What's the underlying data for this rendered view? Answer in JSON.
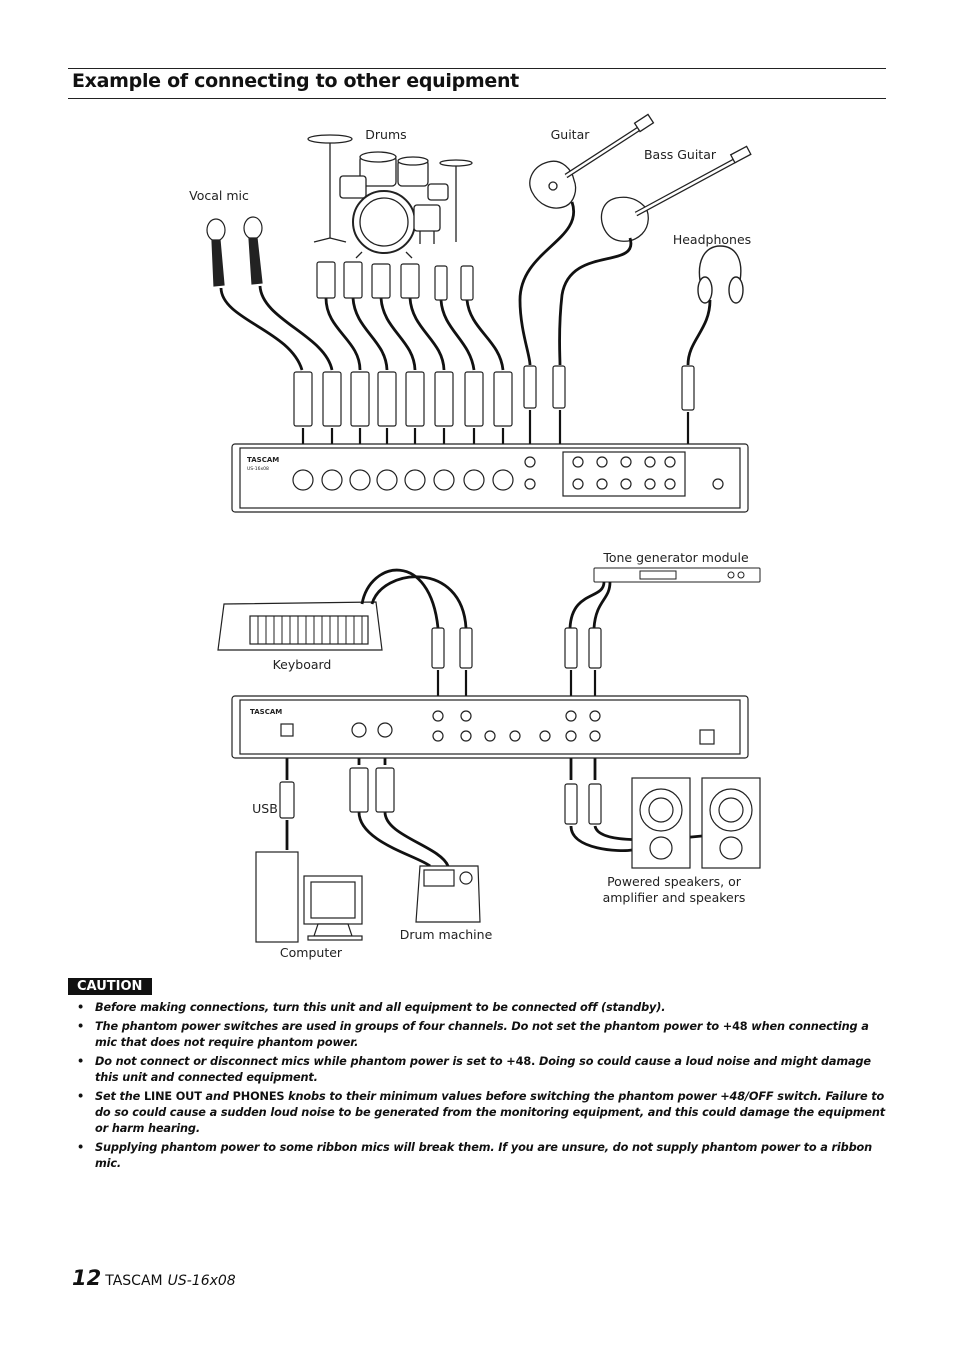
{
  "section": {
    "title": "Example of connecting to other equipment"
  },
  "labels": {
    "drums": "Drums",
    "guitar": "Guitar",
    "bass_guitar": "Bass Guitar",
    "vocal_mic": "Vocal mic",
    "headphones": "Headphones",
    "tone_generator": "Tone generator module",
    "keyboard": "Keyboard",
    "usb": "USB",
    "computer": "Computer",
    "drum_machine": "Drum machine",
    "speakers_line1": "Powered speakers, or",
    "speakers_line2": "amplifier and speakers"
  },
  "unit": {
    "brand_mark": "TASCAM",
    "model_mark": "US-16x08"
  },
  "caution": {
    "label": "CAUTION",
    "items": [
      {
        "pre": "Before making connections, turn this unit and all equipment to be connected off (standby).",
        "b1": "",
        "mid": "",
        "b2": "",
        "post": ""
      },
      {
        "pre": "The phantom power switches are used in groups of four channels. Do not set the phantom power to ",
        "b1": "+48",
        "mid": " when connecting a mic that does not require phantom power.",
        "b2": "",
        "post": ""
      },
      {
        "pre": "Do not connect or disconnect mics while phantom power is set to ",
        "b1": "+48.",
        "mid": " Doing so could cause a loud noise and might damage this unit and connected equipment.",
        "b2": "",
        "post": ""
      },
      {
        "pre": "Set the ",
        "b1": "LINE OUT",
        "mid": " and ",
        "b2": "PHONES",
        "post": " knobs to their minimum values before switching the phantom power +48/OFF switch. Failure to do so could cause a sudden loud noise to be generated from the monitoring equipment, and this could damage the equipment or harm hearing."
      },
      {
        "pre": "Supplying phantom power to some ribbon mics will break them. If you are unsure, do not supply phantom power to a ribbon mic.",
        "b1": "",
        "mid": "",
        "b2": "",
        "post": ""
      }
    ]
  },
  "footer": {
    "page_number": "12",
    "brand": "TASCAM",
    "model": "US-16x08"
  }
}
